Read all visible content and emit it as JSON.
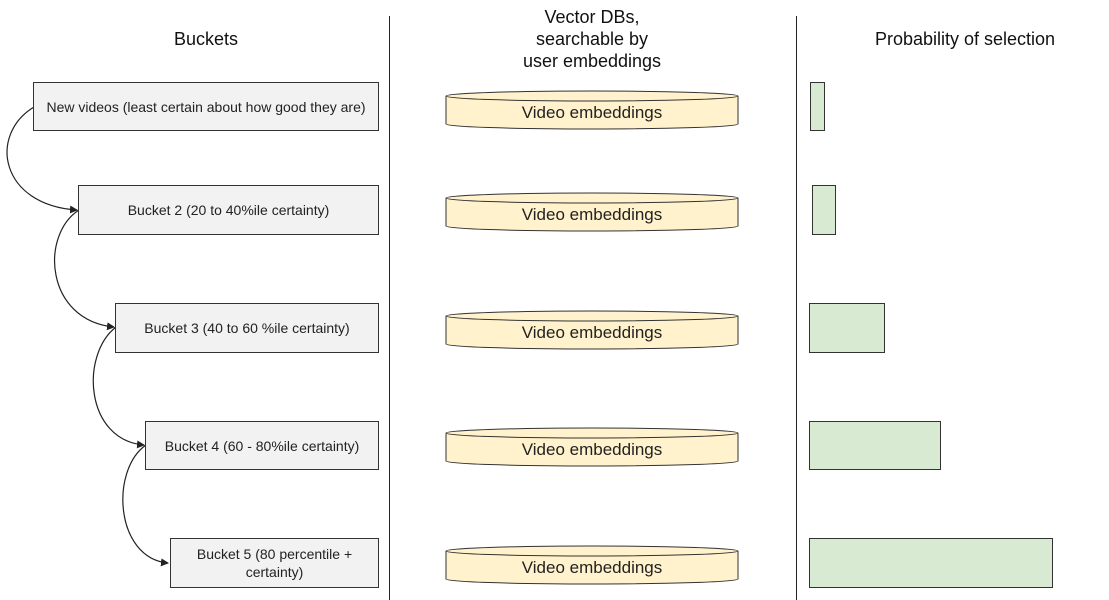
{
  "columns": {
    "buckets_title": "Buckets",
    "vector_title_lines": [
      "Vector DBs,",
      "searchable by",
      "user embeddings"
    ],
    "probability_title": "Probability of selection"
  },
  "buckets": [
    {
      "label": "New videos (least certain about how good they are)"
    },
    {
      "label": "Bucket 2 (20 to 40%ile certainty)"
    },
    {
      "label": "Bucket 3 (40 to 60 %ile certainty)"
    },
    {
      "label": "Bucket 4 (60 - 80%ile certainty)"
    },
    {
      "label": "Bucket 5 (80 percentile + certainty)"
    }
  ],
  "vector_dbs": [
    {
      "label": "Video embeddings"
    },
    {
      "label": "Video embeddings"
    },
    {
      "label": "Video embeddings"
    },
    {
      "label": "Video embeddings"
    },
    {
      "label": "Video embeddings"
    }
  ],
  "probability_bars": [
    {
      "relative_value": 0.06
    },
    {
      "relative_value": 0.1
    },
    {
      "relative_value": 0.31
    },
    {
      "relative_value": 0.54
    },
    {
      "relative_value": 1.0
    }
  ],
  "colors": {
    "bucket_fill": "#f2f2f2",
    "cylinder_fill": "#fff2cc",
    "bar_fill": "#d9ead3",
    "stroke": "#333333"
  }
}
